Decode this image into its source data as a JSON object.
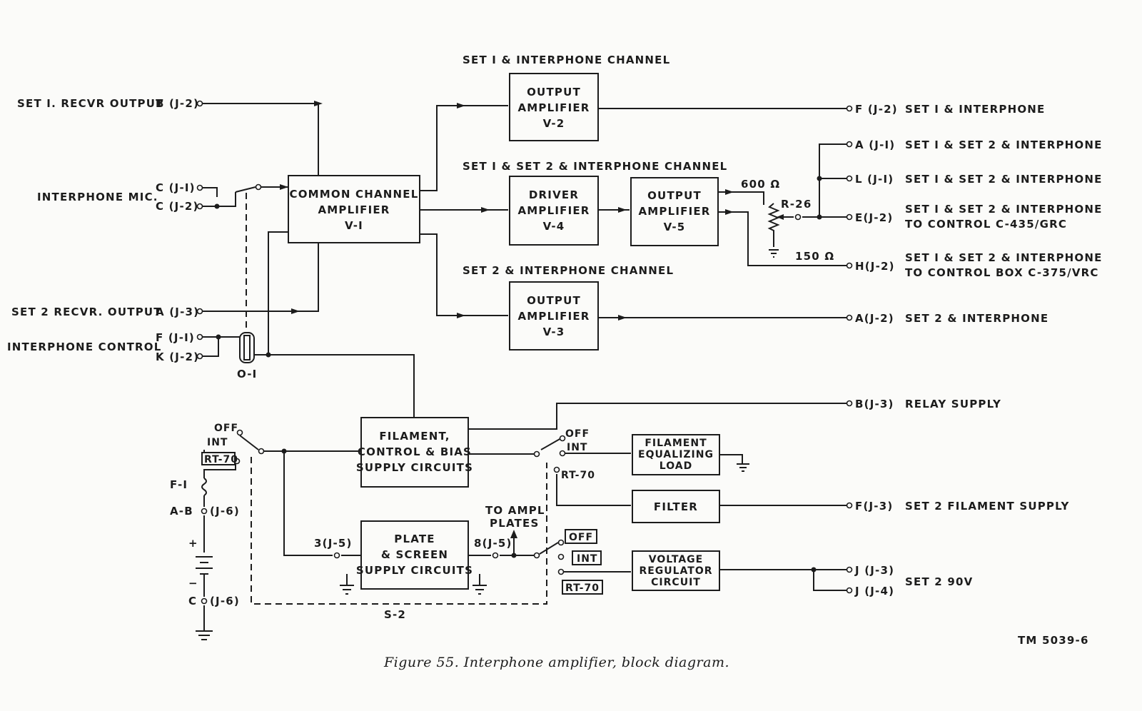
{
  "channels": {
    "set1": "SET I & INTERPHONE CHANNEL",
    "set12": "SET I & SET 2 & INTERPHONE CHANNEL",
    "set2": "SET 2 & INTERPHONE CHANNEL"
  },
  "inputs": {
    "set1_recvr": "SET I. RECVR OUTPUT",
    "set1_recvr_pin": "B (J-2)",
    "mic": "INTERPHONE MIC.",
    "mic_pin1": "C (J-I)",
    "mic_pin2": "C (J-2)",
    "set2_recvr": "SET 2 RECVR. OUTPUT",
    "set2_recvr_pin": "A (J-3)",
    "control": "INTERPHONE CONTROL",
    "control_pin1": "F (J-I)",
    "control_pin2": "K (J-2)",
    "relay": "O-I"
  },
  "blocks": {
    "common": [
      "COMMON CHANNEL",
      "AMPLIFIER",
      "V-I"
    ],
    "out_v2": [
      "OUTPUT",
      "AMPLIFIER",
      "V-2"
    ],
    "driver_v4": [
      "DRIVER",
      "AMPLIFIER",
      "V-4"
    ],
    "out_v5": [
      "OUTPUT",
      "AMPLIFIER",
      "V-5"
    ],
    "out_v3": [
      "OUTPUT",
      "AMPLIFIER",
      "V-3"
    ],
    "filament_supply": [
      "FILAMENT,",
      "CONTROL & BIAS",
      "SUPPLY CIRCUITS"
    ],
    "plate_supply": [
      "PLATE",
      "& SCREEN",
      "SUPPLY CIRCUITS"
    ],
    "fil_load": [
      "FILAMENT",
      "EQUALIZING",
      "LOAD"
    ],
    "filter": [
      "FILTER"
    ],
    "vreg": [
      "VOLTAGE",
      "REGULATOR",
      "CIRCUIT"
    ]
  },
  "outputs": {
    "f_j2": "F (J-2)",
    "f_j2_desc": "SET I & INTERPHONE",
    "a_j1": "A (J-I)",
    "a_j1_desc": "SET I & SET 2 & INTERPHONE",
    "l_j1": "L (J-I)",
    "l_j1_desc": "SET I & SET 2 & INTERPHONE",
    "e_j2": "E(J-2)",
    "e_j2_desc1": "SET I & SET 2 & INTERPHONE",
    "e_j2_desc2": "TO CONTROL C-435/GRC",
    "h_j2": "H(J-2)",
    "h_j2_desc1": "SET I & SET 2 & INTERPHONE",
    "h_j2_desc2": "TO CONTROL BOX C-375/VRC",
    "a_j2": "A(J-2)",
    "a_j2_desc": "SET 2 & INTERPHONE",
    "b_j3": "B(J-3)",
    "b_j3_desc": "RELAY SUPPLY",
    "f_j3": "F(J-3)",
    "f_j3_desc": "SET 2 FILAMENT SUPPLY",
    "j_j3": "J (J-3)",
    "j_j4": "J (J-4)",
    "j_desc": "SET 2 90V"
  },
  "components": {
    "r26": "R-26",
    "ohm600": "600 Ω",
    "ohm150": "150 Ω",
    "switch_off": "OFF",
    "switch_int": "INT",
    "switch_rt70": "RT-70",
    "fuse": "F-I",
    "ab_label": "A-B",
    "ab_pin": "(J-6)",
    "plus": "+",
    "minus": "−",
    "c_label": "C",
    "c_pin": "(J-6)",
    "pin_3j5": "3(J-5)",
    "pin_8j5": "8(J-5)",
    "to_ampl": "TO AMPL",
    "plates": "PLATES",
    "s2": "S-2"
  },
  "footer": {
    "tm": "TM 5039-6",
    "caption": "Figure 55.   Interphone amplifier, block diagram."
  }
}
